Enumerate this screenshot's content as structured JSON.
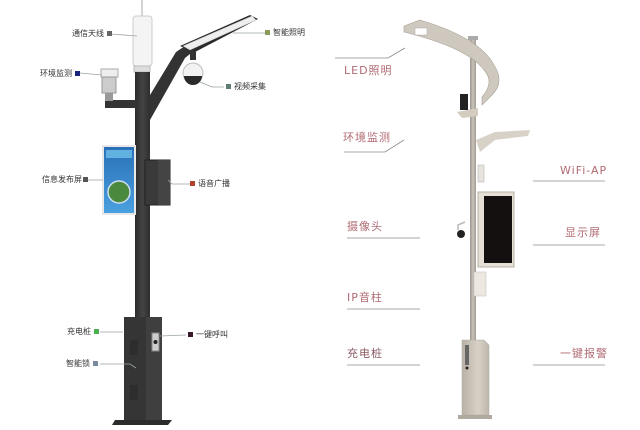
{
  "left_diagram": {
    "pole_color": "#3a3a3a",
    "callouts": [
      {
        "id": "comm-antenna",
        "label": "通信天线",
        "marker_color": "#666666",
        "side": "left"
      },
      {
        "id": "smart-lighting",
        "label": "智能照明",
        "marker_color": "#8a9a5b",
        "side": "right"
      },
      {
        "id": "env-monitor",
        "label": "环境监测",
        "marker_color": "#1a237e",
        "side": "left"
      },
      {
        "id": "video-capture",
        "label": "视频采集",
        "marker_color": "#5f7f72",
        "side": "right"
      },
      {
        "id": "info-screen",
        "label": "信息发布屏",
        "marker_color": "#555555",
        "side": "left"
      },
      {
        "id": "voice-broadcast",
        "label": "语音广播",
        "marker_color": "#b0412e",
        "side": "right"
      },
      {
        "id": "charging-pile",
        "label": "充电桩",
        "marker_color": "#4caf50",
        "side": "left"
      },
      {
        "id": "one-key-call",
        "label": "一键呼叫",
        "marker_color": "#3a1a2a",
        "side": "right"
      },
      {
        "id": "smart-lock",
        "label": "智能锁",
        "marker_color": "#7a8aa0",
        "side": "left"
      }
    ]
  },
  "right_diagram": {
    "pole_color": "#c9c2b8",
    "label_color": "#b06a72",
    "callouts": [
      {
        "id": "led-lighting",
        "label": "LED照明",
        "side": "left"
      },
      {
        "id": "env-monitor",
        "label": "环境监测",
        "side": "left"
      },
      {
        "id": "wifi-ap",
        "label": "WiFi-AP",
        "side": "right"
      },
      {
        "id": "camera",
        "label": "摄像头",
        "side": "left"
      },
      {
        "id": "display-screen",
        "label": "显示屏",
        "side": "right"
      },
      {
        "id": "ip-speaker",
        "label": "IP音柱",
        "side": "left"
      },
      {
        "id": "charging-pile",
        "label": "充电桩",
        "side": "left"
      },
      {
        "id": "one-key-alarm",
        "label": "一键报警",
        "side": "right"
      }
    ]
  }
}
